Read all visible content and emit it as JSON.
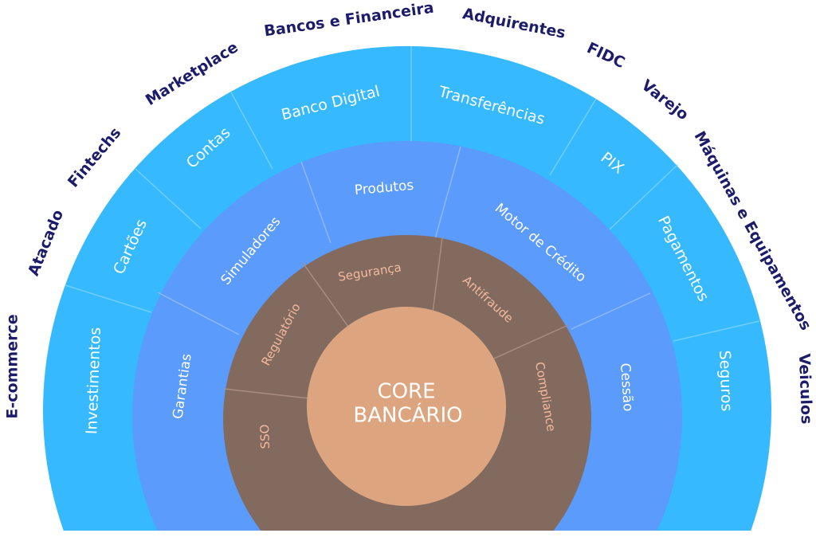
{
  "colors": {
    "outer_ring": "#36b9ff",
    "middle_ring": "#5b9bfb",
    "inner_ring": "#836a5f",
    "core": "#dca57f",
    "sector_text": "#1c1c6a",
    "inner_text": "#f4b99c"
  },
  "sectors": [
    "E-commerce",
    "Atacado",
    "Fintechs",
    "Marketplace",
    "Bancos e Financeira",
    "Adquirentes",
    "FIDC",
    "Varejo",
    "Máquinas e Equipamentos",
    "Veiculos"
  ],
  "outer_ring": [
    "Investimentos",
    "Cartões",
    "Contas",
    "Banco Digital",
    "Transferências",
    "PIX",
    "Pagamentos",
    "Seguros"
  ],
  "middle_ring": [
    "Garantias",
    "Simuladores",
    "Produtos",
    "Motor de Crédito",
    "Cessão"
  ],
  "inner_ring": [
    "SSO",
    "Regulatório",
    "Segurança",
    "Antifraude",
    "Compliance"
  ],
  "core": {
    "line1": "CORE",
    "line2": "BANCÁRIO"
  }
}
